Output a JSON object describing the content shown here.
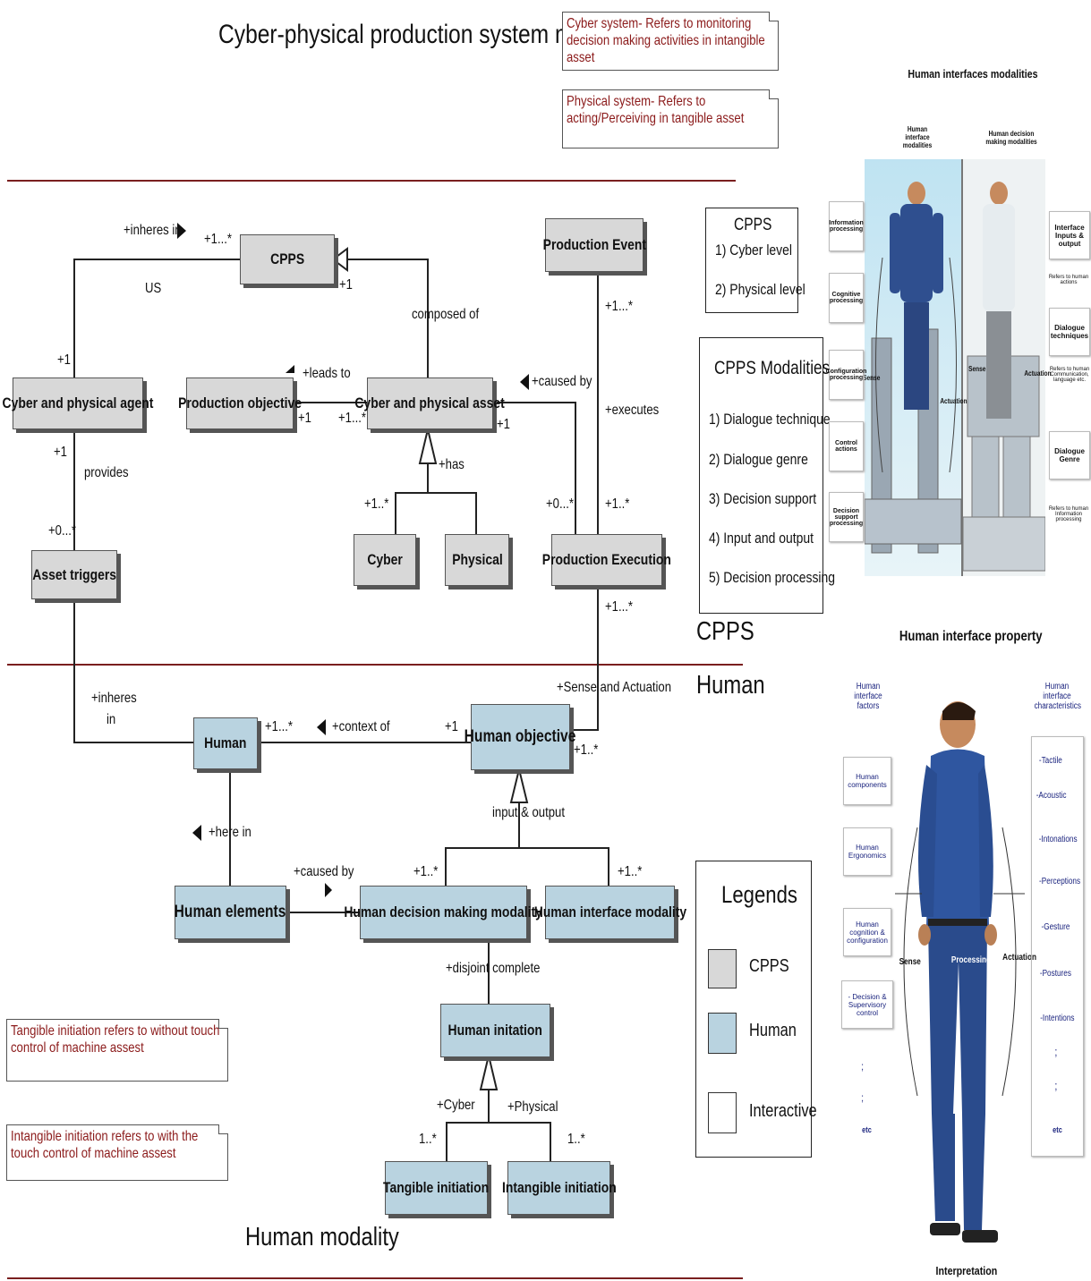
{
  "title": "Cyber-physical production system modality",
  "notes": {
    "cyber_system": "Cyber system- Refers to monitoring decision making activities in intangible asset",
    "physical_system": "Physical system- Refers to acting/Perceiving in tangible asset",
    "tangible": "Tangible initiation refers to without touch control of machine assest",
    "intangible": "Intangible initiation refers to with the touch control of machine assest"
  },
  "classes": {
    "cpps": "CPPS",
    "production_event": "Production Event",
    "cyber_physical_agent": "Cyber and physical agent",
    "production_objective": "Production objective",
    "cyber_physical_asset": "Cyber and physical asset",
    "asset_triggers": "Asset triggers",
    "cyber": "Cyber",
    "physical": "Physical",
    "production_execution": "Production Execution",
    "human": "Human",
    "human_objective": "Human objective",
    "human_elements": "Human elements",
    "human_decision_modality": "Human decision making modality",
    "human_interface_modality": "Human interface modality",
    "human_initation": "Human initation",
    "tangible_initiation": "Tangible initiation",
    "intangible_initiation": "Intangible initiation"
  },
  "edge_labels": {
    "inheres_in": "+inheres in",
    "m_1_star_a": "+1...*",
    "us": "US",
    "p1_a": "+1",
    "composed_of": "composed of",
    "p1_b": "+1",
    "leads_to": "+leads to",
    "p1_c": "+1",
    "m_1_star_b": "+1...*",
    "caused_by": "+caused by",
    "p1_d": "+1",
    "m_1_star_c": "+1...*",
    "executes": "+executes",
    "p1_e": "+1",
    "provides": "provides",
    "m_0_star_a": "+0...*",
    "has": "+has",
    "m_1_star_d": "+1..*",
    "m_0_star_b": "+0...*",
    "m_1_star_e": "+1..*",
    "m_1_star_f": "+1...*",
    "sense_actuation": "+Sense and Actuation",
    "inheres_in2a": "+inheres",
    "inheres_in2b": "in",
    "m_1_star_g": "+1...*",
    "context_of": "+context of",
    "p1_f": "+1",
    "m_1_star_h": "+1..*",
    "input_output": "input & output",
    "here_in": "+here in",
    "caused_by2": "+caused by",
    "m_1_star_i": "+1..*",
    "m_1_star_j": "+1..*",
    "disjoint_complete": "+disjoint complete",
    "p_cyber": "+Cyber",
    "p_physical": "+Physical",
    "m_1_star_k": "1..*",
    "m_1_star_l": "1..*"
  },
  "section_labels": {
    "cpps": "CPPS",
    "human": "Human",
    "human_modality": "Human modality"
  },
  "cpps_box": {
    "title": "CPPS",
    "items": [
      "1) Cyber level",
      "2) Physical level"
    ]
  },
  "modalities_box": {
    "title": "CPPS Modalities",
    "items": [
      "1) Dialogue technique",
      "2) Dialogue genre",
      "3) Decision support",
      "4) Input and output",
      "5) Decision processing"
    ]
  },
  "legend": {
    "title": "Legends",
    "items": [
      "CPPS",
      "Human",
      "Interactive"
    ],
    "colors": [
      "#d8d8d8",
      "#b9d3e0",
      "#ffffff"
    ]
  },
  "right_top": {
    "title": "Human interfaces modalities",
    "col1": "Human interface modalities",
    "col2": "Human decision making modalities",
    "left_labels": [
      "Information processing",
      "Cognitive processing",
      "Configuration processing",
      "Control actions",
      "Decision support processing"
    ],
    "right_labels": [
      "Interface Inputs & output",
      "Refers to human actions",
      "Dialogue techniques",
      "Refers to human Communication, language etc.",
      "Dialogue Genre",
      "Refers to human Information processing"
    ],
    "sense": "Sense",
    "actuation": "Actuation",
    "sense2": "Sense",
    "actuation2": "Actuation"
  },
  "right_bottom": {
    "title": "Human interface property",
    "factors_title": "Human interface factors",
    "chars_title": "Human interface characteristics",
    "factors": [
      "Human components",
      "Human Ergonomics",
      "Human cognition & configuration",
      "-    Decision & Supervisory control"
    ],
    "factors_tail": [
      ";",
      ";",
      "etc"
    ],
    "characteristics": [
      "-Tactile",
      "-Acoustic",
      "-Intonations",
      "-Perceptions",
      "-Gesture",
      "-Postures",
      "-Intentions"
    ],
    "chars_tail": [
      ";",
      ";",
      "etc"
    ],
    "sense": "Sense",
    "processing": "Processing",
    "actuation": "Actuation",
    "interpretation": "Interpretation"
  }
}
